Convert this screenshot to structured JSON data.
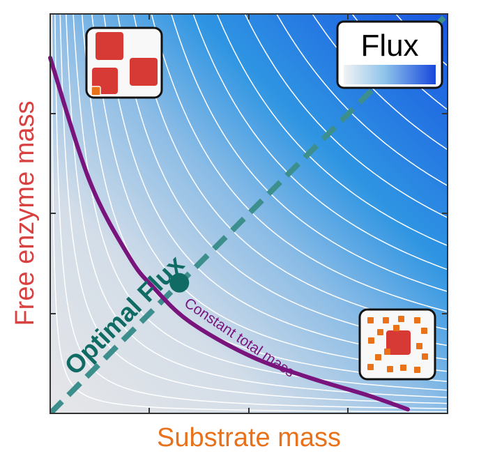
{
  "chart_data": {
    "type": "heatmap",
    "xlabel": "Substrate mass",
    "ylabel": "Free enzyme mass",
    "colorbar_label": "Flux",
    "xlim": [
      0,
      1
    ],
    "ylim": [
      0,
      1
    ],
    "flux_model": "x*y",
    "contour_levels": [
      0.004,
      0.012,
      0.025,
      0.04,
      0.058,
      0.08,
      0.105,
      0.135,
      0.17,
      0.21,
      0.255,
      0.305,
      0.36,
      0.42,
      0.49,
      0.57,
      0.66,
      0.76,
      0.87
    ],
    "constant_mass_curve": {
      "label": "Constant total mass",
      "points": [
        [
          0.0,
          0.89
        ],
        [
          0.1,
          0.58
        ],
        [
          0.2,
          0.39
        ],
        [
          0.26,
          0.315
        ],
        [
          0.35,
          0.23
        ],
        [
          0.5,
          0.145
        ],
        [
          0.65,
          0.09
        ],
        [
          0.8,
          0.045
        ],
        [
          0.9,
          0.01
        ]
      ]
    },
    "optimal_line": {
      "label": "Optimal Flux",
      "points": [
        [
          0.0,
          0.0
        ],
        [
          1.0,
          1.0
        ]
      ]
    },
    "optimal_point": [
      0.325,
      0.327
    ],
    "grid": false,
    "legend_position": "top-right",
    "colors": {
      "label_red": "#d94040",
      "label_orange": "#e8711a",
      "curve_purple": "#7a147d",
      "optimal_teal": "#0f6b63",
      "dash_teal": "#3c8f8d",
      "contour": "#ffffff",
      "flux_low": "#e4e4e6",
      "flux_mid": "#2e8ee0",
      "flux_high": "#1f5be0",
      "enzyme_square": "#d73a35",
      "substrate_square": "#e8711a",
      "inset_bg": "#f8f8f8"
    }
  }
}
